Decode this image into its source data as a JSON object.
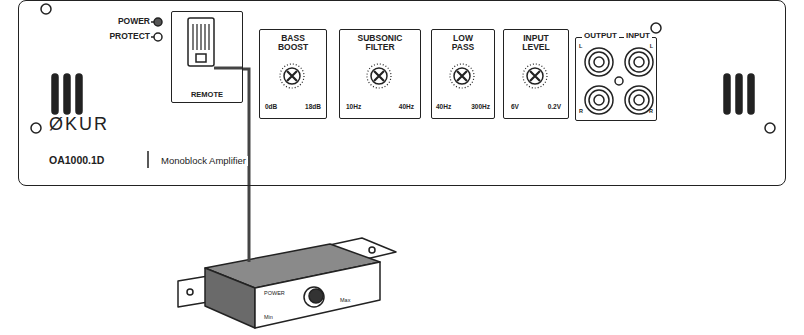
{
  "diagram": {
    "nodes": [
      {
        "text": [
          "ØKUR",
          "OA1000.1D",
          "Monoblock Amplifier"
        ]
      },
      {
        "text": [
          "REMOTE"
        ],
        "in": 0
      },
      {
        "text": [
          "BASS BOOST",
          "0dB",
          "18dB"
        ],
        "in": 0
      },
      {
        "text": [
          "SUBSONIC FILTER",
          "10Hz",
          "40Hz"
        ],
        "in": 0
      },
      {
        "text": [
          "LOW PASS",
          "40Hz",
          "300Hz"
        ],
        "in": 0
      },
      {
        "text": [
          "INPUT LEVEL",
          "6V",
          "0.2V"
        ],
        "in": 0
      },
      {
        "text": [
          "OUTPUT",
          "INPUT",
          "L",
          "L",
          "R",
          "R"
        ],
        "in": 0
      },
      {
        "text": [
          "POWER",
          "Min",
          "Max"
        ]
      }
    ],
    "edges": [
      {
        "from": 1,
        "to": 7,
        "arrow": "none"
      }
    ],
    "labels": [
      "POWER",
      "PROTECT"
    ]
  }
}
